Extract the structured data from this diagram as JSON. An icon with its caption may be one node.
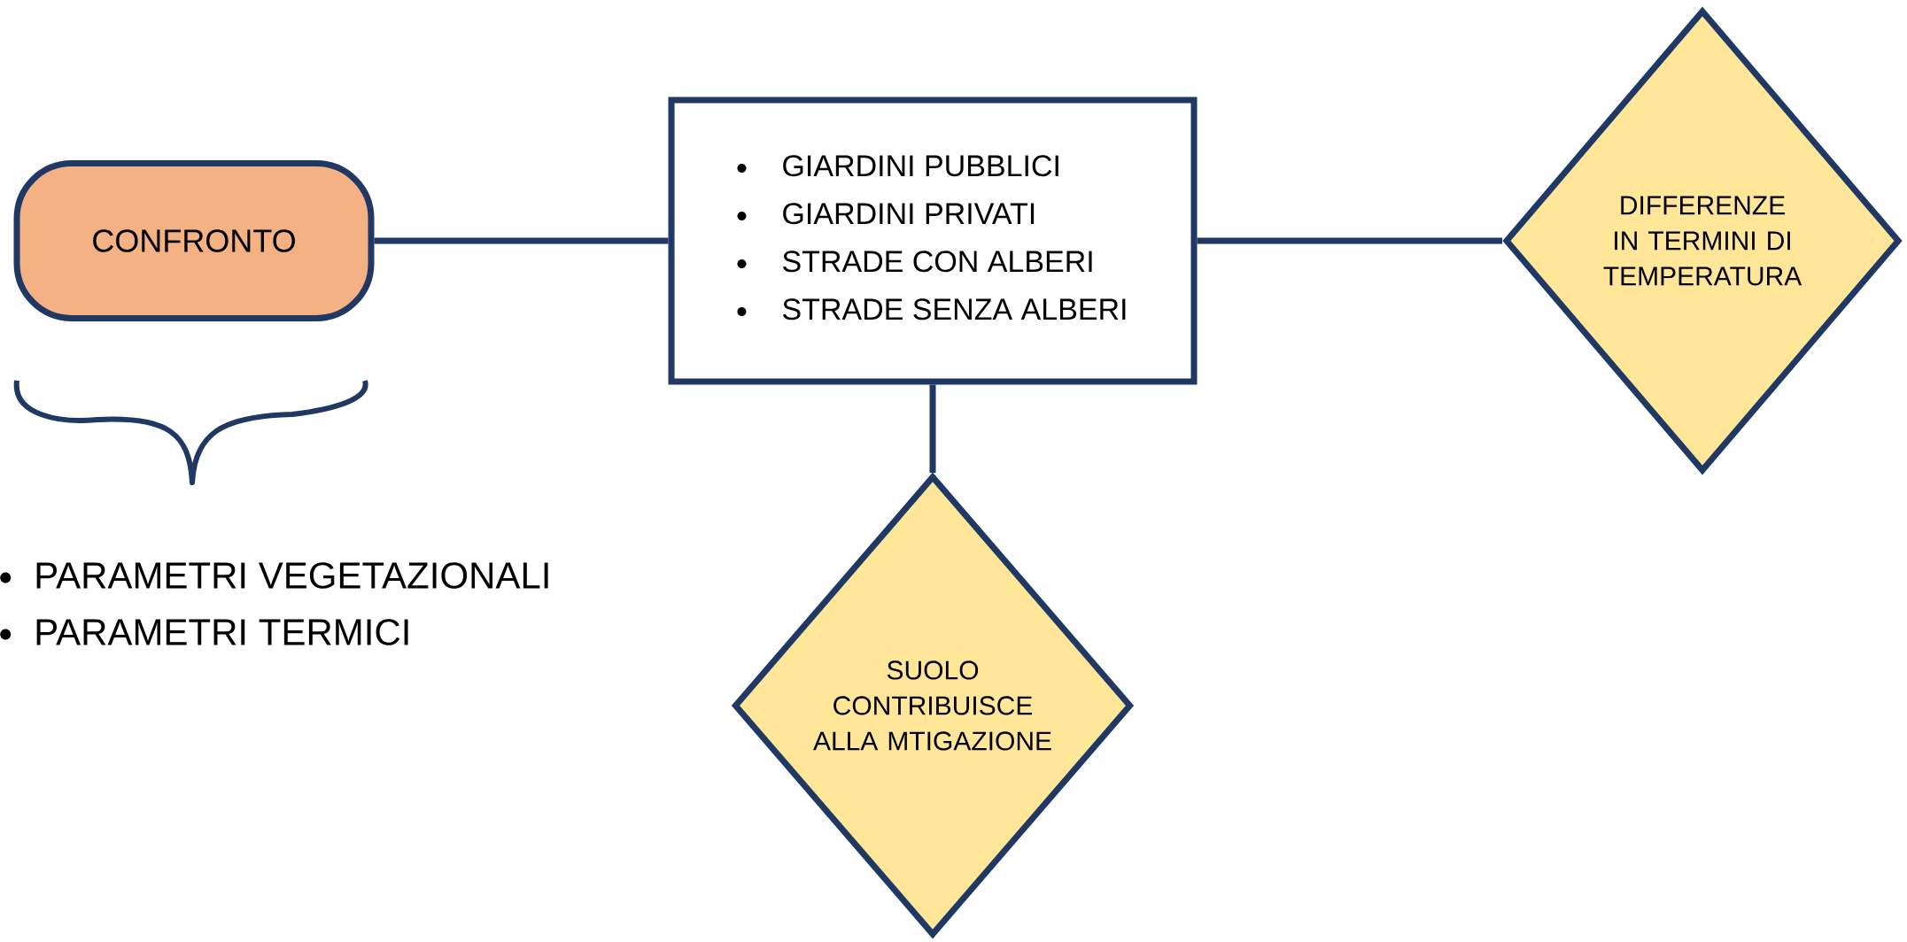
{
  "diagram": {
    "nodes": [
      {
        "text": [
          "CONFRONTO"
        ]
      },
      {
        "text": [
          "GIARDINI PUBBLICI",
          "GIARDINI PRIVATI",
          "STRADE CON ALBERI",
          "STRADE SENZA ALBERI"
        ]
      },
      {
        "text": [
          "DIFFERENZE IN TERMINI DI TEMPERATURA"
        ]
      },
      {
        "text": [
          "SUOLO CONTRIBUISCE ALLA MTIGAZIONE"
        ]
      }
    ],
    "edges": [
      {
        "from": 0,
        "to": 1,
        "arrow": "none"
      },
      {
        "from": 1,
        "to": 2,
        "arrow": "none"
      },
      {
        "from": 1,
        "to": 3,
        "arrow": "none"
      }
    ],
    "labels": [
      "PARAMETRI VEGETAZIONALI",
      "PARAMETRI TERMICI"
    ]
  }
}
